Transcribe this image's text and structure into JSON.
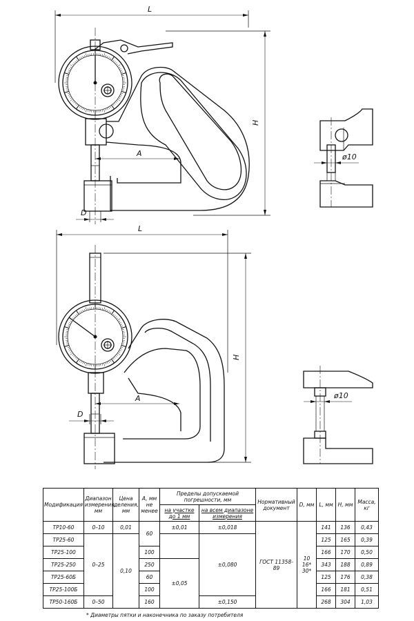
{
  "labels": {
    "top_L": "L",
    "top_H": "H",
    "top_A": "A",
    "top_D": "D",
    "top_phi": "ø10",
    "bottom_L": "L",
    "bottom_H": "H",
    "bottom_A": "A",
    "bottom_D": "D",
    "bottom_phi": "ø10"
  },
  "table": {
    "headers": {
      "modification": "Модификация",
      "range": "Диапазон измерения, мм",
      "division": "Цена деления, мм",
      "depth": "A, мм не менее",
      "error_group": "Пределы допускаемой погрешности, мм",
      "error_1mm": "на участке до 1 мм",
      "error_full": "на всем диапазоне измерения",
      "standard": "Нормативный документ",
      "d": "D, мм",
      "l": "L, мм",
      "h": "H, мм",
      "mass": "Масса, кг"
    },
    "rows": [
      {
        "model": "ТР10-60",
        "range": "0–10",
        "division": "0,01",
        "depth": "60",
        "err1": "±0,01",
        "errfull": "±0,018",
        "l": "141",
        "h": "136",
        "mass": "0,43"
      },
      {
        "model": "ТР25-60",
        "range": "",
        "division": "",
        "depth": "",
        "err1": "",
        "errfull": "",
        "l": "125",
        "h": "165",
        "mass": "0,39"
      },
      {
        "model": "ТР25-100",
        "range": "",
        "division": "",
        "depth": "100",
        "err1": "",
        "errfull": "",
        "l": "166",
        "h": "170",
        "mass": "0,50"
      },
      {
        "model": "ТР25-250",
        "range": "0–25",
        "division": "0,10",
        "depth": "250",
        "err1": "±0,05",
        "errfull": "±0,080",
        "l": "343",
        "h": "188",
        "mass": "0,89"
      },
      {
        "model": "ТР25-60Б",
        "range": "",
        "division": "",
        "depth": "60",
        "err1": "",
        "errfull": "",
        "l": "125",
        "h": "176",
        "mass": "0,38"
      },
      {
        "model": "ТР25-100Б",
        "range": "",
        "division": "",
        "depth": "100",
        "err1": "",
        "errfull": "",
        "l": "166",
        "h": "181",
        "mass": "0,51"
      },
      {
        "model": "ТР50-160Б",
        "range": "0–50",
        "division": "",
        "depth": "160",
        "err1": "",
        "errfull": "±0,150",
        "l": "268",
        "h": "304",
        "mass": "1,03"
      }
    ],
    "standard": "ГОСТ 11358-89",
    "d_values": [
      "10",
      "16*",
      "30*"
    ]
  },
  "footnote": "* Диаметры пятки и наконечника по заказу потребителя"
}
